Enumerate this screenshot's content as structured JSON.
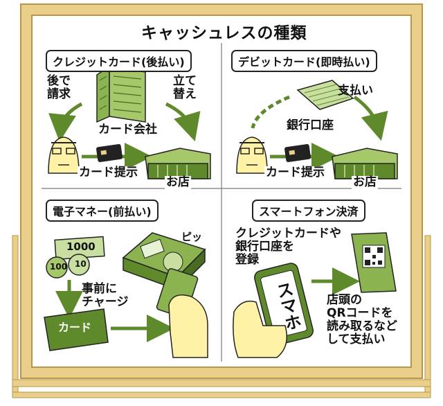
{
  "title": "キャッシュレスの種類",
  "credit": {
    "header": "クレジットカード(後払い)",
    "later_billing": "後で\n請求",
    "advance": "立て\n替え",
    "company": "カード会社",
    "present": "カード提示",
    "store": "お店"
  },
  "debit": {
    "header": "デビットカード(即時払い)",
    "payment": "支払い",
    "account": "銀行口座",
    "present": "カード提示",
    "store": "お店"
  },
  "emoney": {
    "header": "電子マネー(前払い)",
    "note_1000": "1000",
    "coin_100": "100",
    "coin_10": "10",
    "charge": "事前に\nチャージ",
    "card": "カード",
    "beep": "ピッ"
  },
  "smartphone": {
    "header": "スマートフォン決済",
    "register": "クレジットカードや\n銀行口座を\n登録",
    "phone": "スマホ",
    "qr": "店頭の\nQRコードを\n読み取るなど\nして支払い"
  },
  "colors": {
    "frame": "#e9cf8a",
    "frame_edge": "#b89548",
    "green": "#5f8a2c",
    "light_green": "#c8dfa0",
    "skin": "#fff2a6"
  }
}
